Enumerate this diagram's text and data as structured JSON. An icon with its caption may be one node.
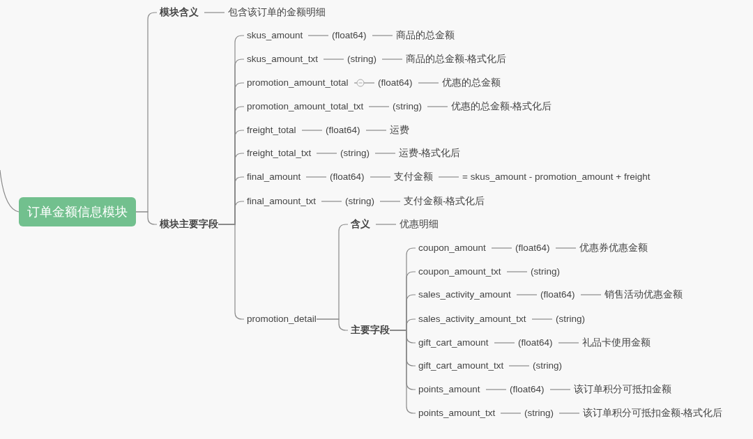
{
  "diagram": {
    "nodes": [
      {
        "text": [
          "订单金额信息模块"
        ]
      },
      {
        "text": [
          "模块含义"
        ]
      },
      {
        "text": [
          "包含该订单的金额明细"
        ]
      },
      {
        "text": [
          "模块主要字段"
        ]
      },
      {
        "text": [
          "skus_amount"
        ]
      },
      {
        "text": [
          "(float64)"
        ]
      },
      {
        "text": [
          "商品的总金额"
        ]
      },
      {
        "text": [
          "skus_amount_txt"
        ]
      },
      {
        "text": [
          "(string)"
        ]
      },
      {
        "text": [
          "商品的总金额-格式化后"
        ]
      },
      {
        "text": [
          "promotion_amount_total"
        ]
      },
      {
        "text": [
          "(float64)"
        ]
      },
      {
        "text": [
          "优惠的总金额"
        ]
      },
      {
        "text": [
          "promotion_amount_total_txt"
        ]
      },
      {
        "text": [
          "(string)"
        ]
      },
      {
        "text": [
          "优惠的总金额-格式化后"
        ]
      },
      {
        "text": [
          "freight_total"
        ]
      },
      {
        "text": [
          "(float64)"
        ]
      },
      {
        "text": [
          "运费"
        ]
      },
      {
        "text": [
          "freight_total_txt"
        ]
      },
      {
        "text": [
          "(string)"
        ]
      },
      {
        "text": [
          "运费-格式化后"
        ]
      },
      {
        "text": [
          "final_amount"
        ]
      },
      {
        "text": [
          "(float64)"
        ]
      },
      {
        "text": [
          "支付金额"
        ]
      },
      {
        "text": [
          "= skus_amount - promotion_amount + freight"
        ]
      },
      {
        "text": [
          "final_amount_txt"
        ]
      },
      {
        "text": [
          "(string)"
        ]
      },
      {
        "text": [
          "支付金额-格式化后"
        ]
      },
      {
        "text": [
          "promotion_detail"
        ]
      },
      {
        "text": [
          "含义"
        ]
      },
      {
        "text": [
          "优惠明细"
        ]
      },
      {
        "text": [
          "主要字段"
        ]
      },
      {
        "text": [
          "coupon_amount"
        ]
      },
      {
        "text": [
          "(float64)"
        ]
      },
      {
        "text": [
          "优惠券优惠金额"
        ]
      },
      {
        "text": [
          "coupon_amount_txt"
        ]
      },
      {
        "text": [
          "(string)"
        ]
      },
      {
        "text": [
          "sales_activity_amount"
        ]
      },
      {
        "text": [
          "(float64)"
        ]
      },
      {
        "text": [
          "销售活动优惠金额"
        ]
      },
      {
        "text": [
          "sales_activity_amount_txt"
        ]
      },
      {
        "text": [
          "(string)"
        ]
      },
      {
        "text": [
          "gift_cart_amount"
        ]
      },
      {
        "text": [
          "(float64)"
        ]
      },
      {
        "text": [
          "礼品卡使用金额"
        ]
      },
      {
        "text": [
          "gift_cart_amount_txt"
        ]
      },
      {
        "text": [
          "(string)"
        ]
      },
      {
        "text": [
          "points_amount"
        ]
      },
      {
        "text": [
          "(float64)"
        ]
      },
      {
        "text": [
          "该订单积分可抵扣金额"
        ]
      },
      {
        "text": [
          "points_amount_txt"
        ]
      },
      {
        "text": [
          "(string)"
        ]
      },
      {
        "text": [
          "该订单积分可抵扣金额-格式化后"
        ]
      }
    ],
    "edges": [
      {
        "from": null,
        "to": 0,
        "arrow": "none"
      },
      {
        "from": 0,
        "to": 1,
        "arrow": "none"
      },
      {
        "from": 0,
        "to": 3,
        "arrow": "none"
      },
      {
        "from": 1,
        "to": 2,
        "arrow": "none"
      },
      {
        "from": 3,
        "to": 4,
        "arrow": "none"
      },
      {
        "from": 3,
        "to": 7,
        "arrow": "none"
      },
      {
        "from": 3,
        "to": 10,
        "arrow": "none"
      },
      {
        "from": 3,
        "to": 13,
        "arrow": "none"
      },
      {
        "from": 3,
        "to": 16,
        "arrow": "none"
      },
      {
        "from": 3,
        "to": 19,
        "arrow": "none"
      },
      {
        "from": 3,
        "to": 22,
        "arrow": "none"
      },
      {
        "from": 3,
        "to": 26,
        "arrow": "none"
      },
      {
        "from": 3,
        "to": 29,
        "arrow": "none"
      },
      {
        "from": 4,
        "to": 5,
        "arrow": "none"
      },
      {
        "from": 5,
        "to": 6,
        "arrow": "none"
      },
      {
        "from": 7,
        "to": 8,
        "arrow": "none"
      },
      {
        "from": 8,
        "to": 9,
        "arrow": "none"
      },
      {
        "from": 10,
        "to": 11,
        "arrow": "none"
      },
      {
        "from": 11,
        "to": 12,
        "arrow": "none"
      },
      {
        "from": 13,
        "to": 14,
        "arrow": "none"
      },
      {
        "from": 14,
        "to": 15,
        "arrow": "none"
      },
      {
        "from": 16,
        "to": 17,
        "arrow": "none"
      },
      {
        "from": 17,
        "to": 18,
        "arrow": "none"
      },
      {
        "from": 19,
        "to": 20,
        "arrow": "none"
      },
      {
        "from": 20,
        "to": 21,
        "arrow": "none"
      },
      {
        "from": 22,
        "to": 23,
        "arrow": "none"
      },
      {
        "from": 23,
        "to": 24,
        "arrow": "none"
      },
      {
        "from": 24,
        "to": 25,
        "arrow": "none"
      },
      {
        "from": 26,
        "to": 27,
        "arrow": "none"
      },
      {
        "from": 27,
        "to": 28,
        "arrow": "none"
      },
      {
        "from": 29,
        "to": 30,
        "arrow": "none"
      },
      {
        "from": 29,
        "to": 32,
        "arrow": "none"
      },
      {
        "from": 30,
        "to": 31,
        "arrow": "none"
      },
      {
        "from": 32,
        "to": 33,
        "arrow": "none"
      },
      {
        "from": 32,
        "to": 36,
        "arrow": "none"
      },
      {
        "from": 32,
        "to": 38,
        "arrow": "none"
      },
      {
        "from": 32,
        "to": 41,
        "arrow": "none"
      },
      {
        "from": 32,
        "to": 43,
        "arrow": "none"
      },
      {
        "from": 32,
        "to": 46,
        "arrow": "none"
      },
      {
        "from": 32,
        "to": 48,
        "arrow": "none"
      },
      {
        "from": 32,
        "to": 51,
        "arrow": "none"
      },
      {
        "from": 33,
        "to": 34,
        "arrow": "none"
      },
      {
        "from": 34,
        "to": 35,
        "arrow": "none"
      },
      {
        "from": 36,
        "to": 37,
        "arrow": "none"
      },
      {
        "from": 38,
        "to": 39,
        "arrow": "none"
      },
      {
        "from": 39,
        "to": 40,
        "arrow": "none"
      },
      {
        "from": 41,
        "to": 42,
        "arrow": "none"
      },
      {
        "from": 43,
        "to": 44,
        "arrow": "none"
      },
      {
        "from": 44,
        "to": 45,
        "arrow": "none"
      },
      {
        "from": 46,
        "to": 47,
        "arrow": "none"
      },
      {
        "from": 48,
        "to": 49,
        "arrow": "none"
      },
      {
        "from": 49,
        "to": 50,
        "arrow": "none"
      },
      {
        "from": 51,
        "to": 52,
        "arrow": "none"
      },
      {
        "from": 52,
        "to": 53,
        "arrow": "none"
      }
    ]
  }
}
